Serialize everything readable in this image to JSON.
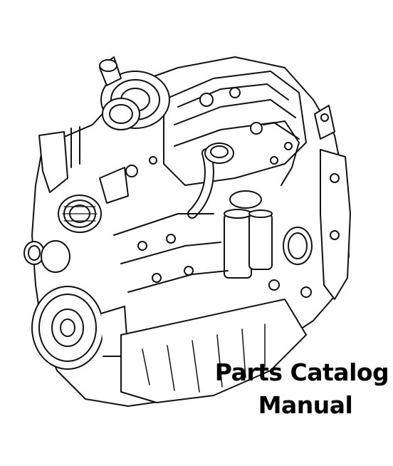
{
  "cover": {
    "title_line1": "Parts Catalog",
    "title_line2": "Manual"
  },
  "illustration": {
    "icon": "engine-line-drawing",
    "stroke_color": "#111111",
    "fill_color": "#ffffff"
  }
}
